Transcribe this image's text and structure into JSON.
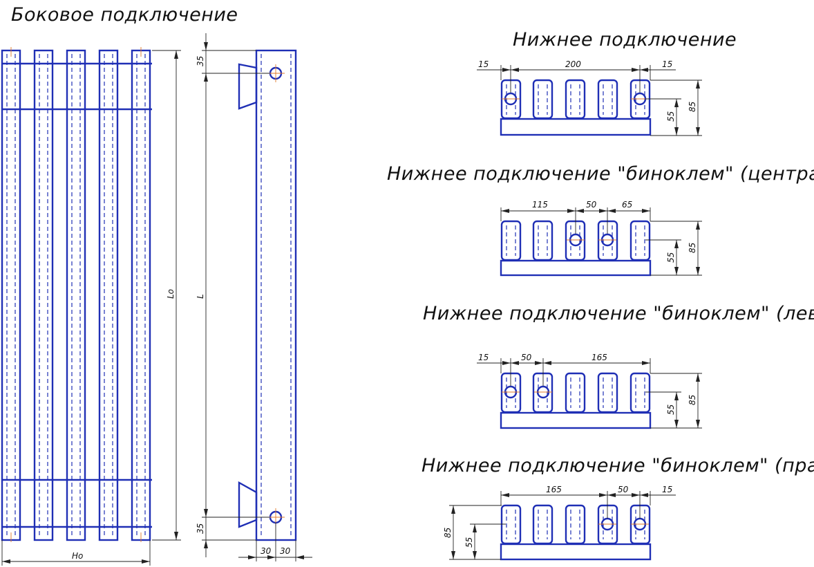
{
  "titles": {
    "side": "Боковое подключение",
    "bottom": "Нижнее подключение",
    "bino_center": "Нижнее подключение \"биноклем\" (центральное)",
    "bino_left": "Нижнее подключение \"биноклем\" (левое)",
    "bino_right": "Нижнее подключение \"биноклем\" (правое)"
  },
  "side_dims": {
    "Lo": "Lo",
    "L": "L",
    "Ho": "Ho",
    "top_offset": "35",
    "bottom_offset": "35",
    "depth_a": "30",
    "depth_b": "30"
  },
  "bottom_dims": {
    "left": "15",
    "span": "200",
    "right": "15",
    "h55": "55",
    "h85": "85"
  },
  "center_dims": {
    "a": "115",
    "b": "50",
    "c": "65",
    "h55": "55",
    "h85": "85"
  },
  "left_dims": {
    "a": "15",
    "b": "50",
    "c": "165",
    "h55": "55",
    "h85": "85"
  },
  "right_dims": {
    "a": "165",
    "b": "50",
    "c": "15",
    "h55": "55",
    "h85": "85"
  },
  "colors": {
    "outline": "#1f2fb5",
    "center_mark": "#e07a2a",
    "dimension": "#222222"
  }
}
